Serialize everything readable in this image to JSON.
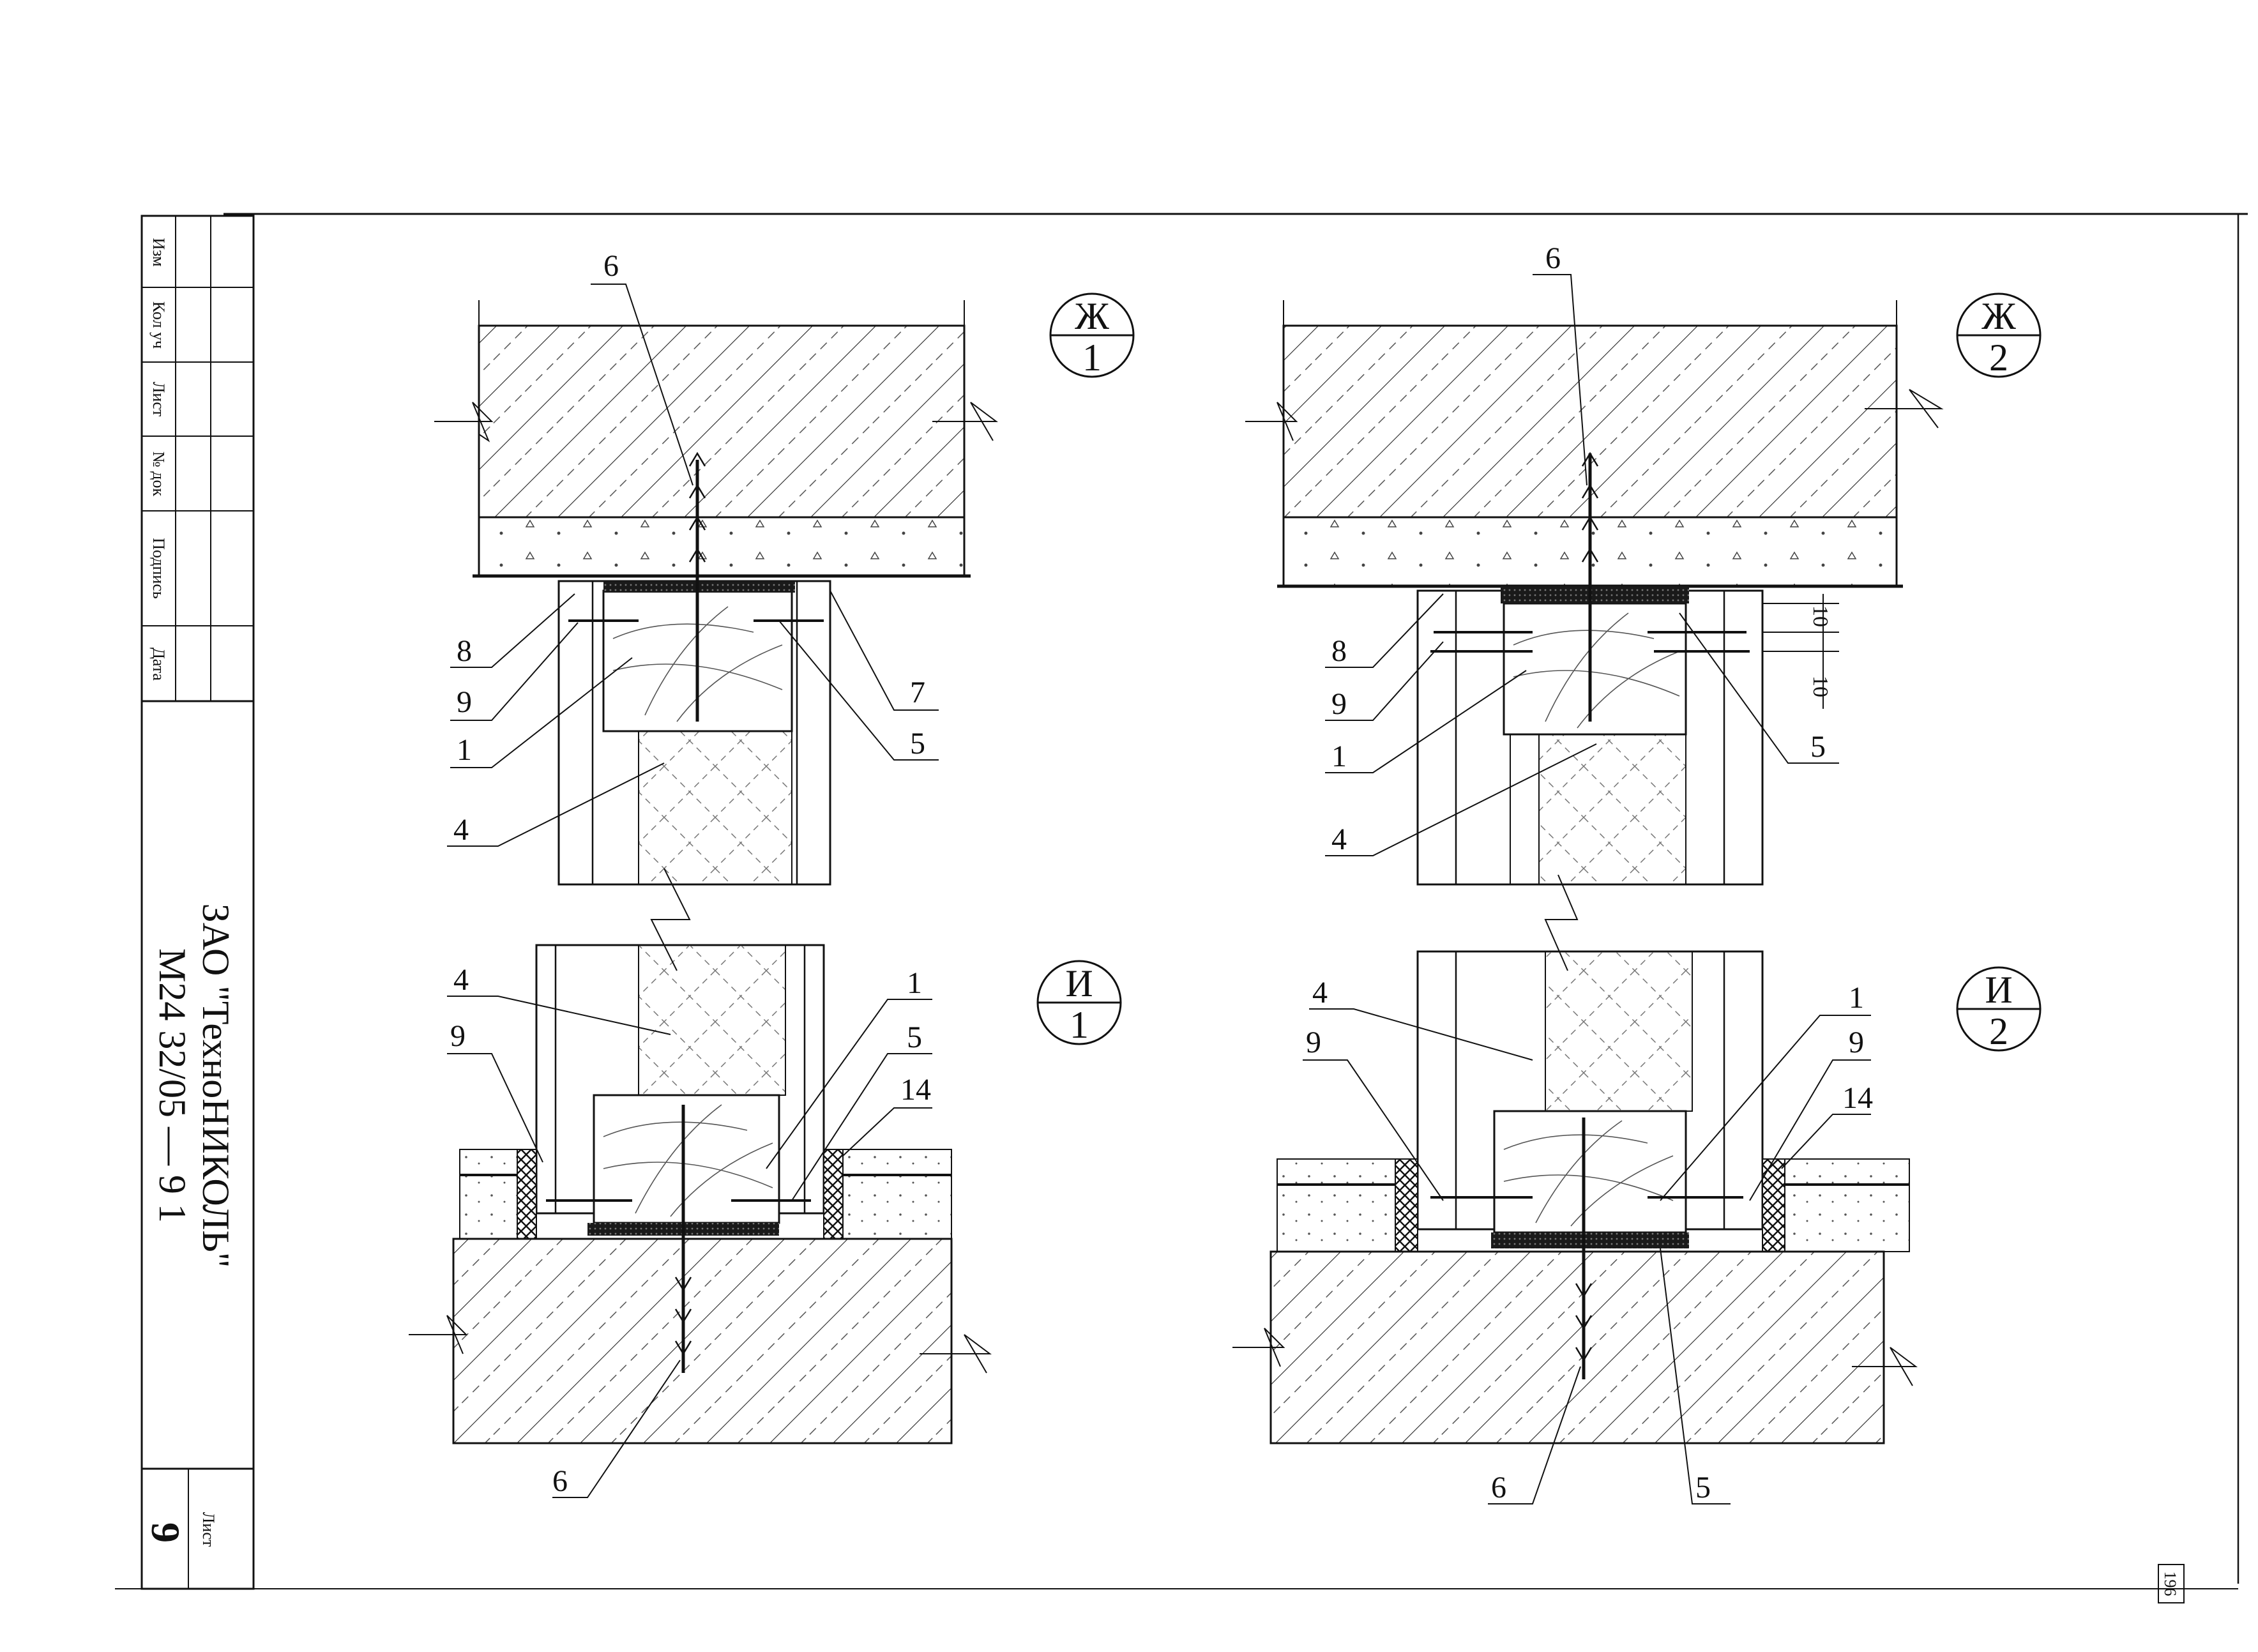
{
  "title_block": {
    "columns": [
      "Изм",
      "Кол уч",
      "Лист",
      "№ док",
      "Подпись",
      "Дата"
    ],
    "organization": "ЗАО \"ТехноНИКОЛЬ\"",
    "document_code": "М24 32/05 — 9 1",
    "sheet_label": "Лист",
    "sheet_number": "9",
    "edge_number": "196"
  },
  "details": [
    {
      "id": "Ж1",
      "letter": "Ж",
      "number": "1"
    },
    {
      "id": "Ж2",
      "letter": "Ж",
      "number": "2"
    },
    {
      "id": "И1",
      "letter": "И",
      "number": "1"
    },
    {
      "id": "И2",
      "letter": "И",
      "number": "2"
    }
  ],
  "dimensions": {
    "top": "10",
    "bottom": "10"
  },
  "callouts": {
    "zh1": [
      "6",
      "8",
      "9",
      "1",
      "4",
      "7",
      "5"
    ],
    "zh2": [
      "6",
      "8",
      "9",
      "1",
      "4",
      "5"
    ],
    "i1": [
      "4",
      "9",
      "1",
      "5",
      "14",
      "6"
    ],
    "i2": [
      "4",
      "9",
      "1",
      "9",
      "14",
      "6",
      "5"
    ]
  }
}
